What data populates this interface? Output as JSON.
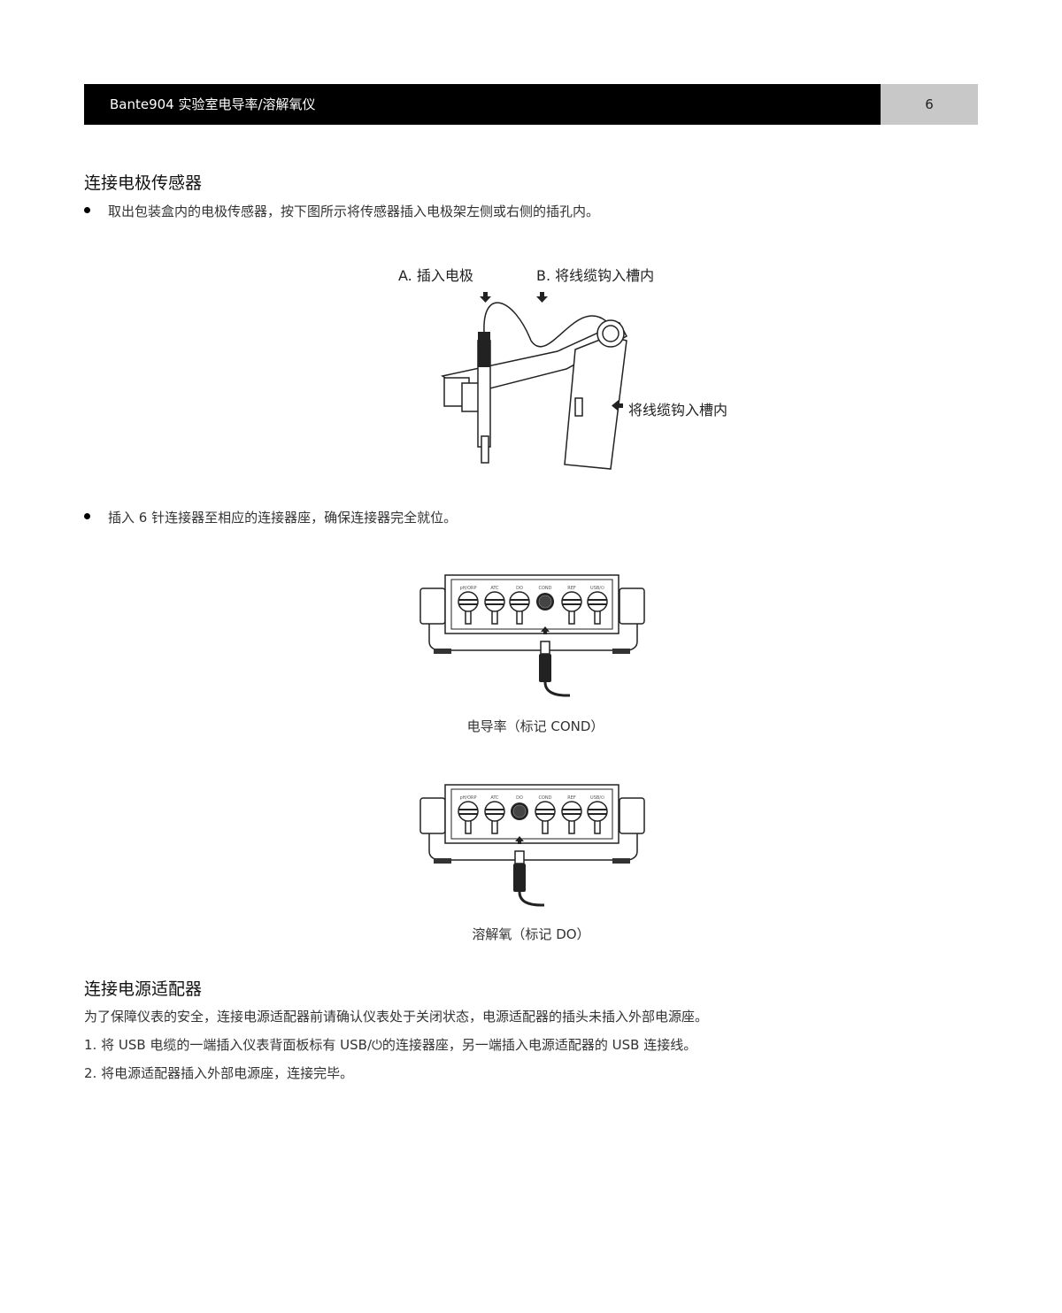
{
  "header": {
    "title": "Bante904 实验室电导率/溶解氧仪",
    "page_number": "6"
  },
  "section1": {
    "heading": "连接电极传感器",
    "bullet1": "取出包装盒内的电极传感器，按下图所示将传感器插入电极架左侧或右侧的插孔内。",
    "figure": {
      "label_a": "A. 插入电极",
      "label_b": "B. 将线缆钩入槽内",
      "label_c": "将线缆钩入槽内"
    },
    "bullet2": "插入 6 针连接器至相应的连接器座，确保连接器完全就位。",
    "connector_labels": [
      "pH/ORP",
      "ATC",
      "DO",
      "COND",
      "REF",
      "USB/⏻"
    ],
    "figure_cond_caption": "电导率（标记 COND）",
    "figure_do_caption": "溶解氧（标记 DO）"
  },
  "section2": {
    "heading": "连接电源适配器",
    "intro": "为了保障仪表的安全，连接电源适配器前请确认仪表处于关闭状态，电源适配器的插头未插入外部电源座。",
    "step1": "1. 将 USB 电缆的一端插入仪表背面板标有 USB/⏻的连接器座，另一端插入电源适配器的 USB 连接线。",
    "step2": "2. 将电源适配器插入外部电源座，连接完毕。"
  }
}
